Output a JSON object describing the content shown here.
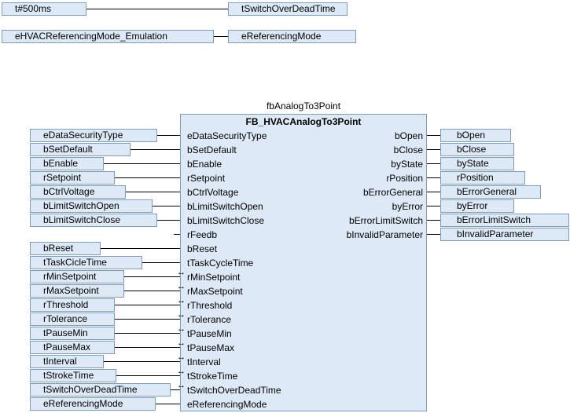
{
  "top_block": {
    "row1": {
      "input": "t#500ms",
      "target": "tSwitchOverDeadTime"
    },
    "row2": {
      "input": "eHVACReferencingMode_Emulation",
      "target": "eReferencingMode"
    }
  },
  "function_block": {
    "instance_name": "fbAnalogTo3Point",
    "type_name": "FB_HVACAnalogTo3Point",
    "inout_marker": "↔",
    "inputs": [
      {
        "pin": "eDataSecurityType",
        "var": "eDataSecurityType"
      },
      {
        "pin": "bSetDefault",
        "var": "bSetDefault"
      },
      {
        "pin": "bEnable",
        "var": "bEnable"
      },
      {
        "pin": "rSetpoint",
        "var": "rSetpoint"
      },
      {
        "pin": "bCtrlVoltage",
        "var": "bCtrlVoltage"
      },
      {
        "pin": "bLimitSwitchOpen",
        "var": "bLimitSwitchOpen"
      },
      {
        "pin": "bLimitSwitchClose",
        "var": "bLimitSwitchClose"
      },
      {
        "pin": "rFeedb",
        "var": ""
      },
      {
        "pin": "bReset",
        "var": "bReset"
      },
      {
        "pin": "tTaskCycleTime",
        "var": "tTaskCicleTime"
      },
      {
        "pin": "rMinSetpoint",
        "var": "rMinSetpoint"
      },
      {
        "pin": "rMaxSetpoint",
        "var": "rMaxSetpoint"
      },
      {
        "pin": "rThreshold",
        "var": "rThreshold"
      },
      {
        "pin": "rTolerance",
        "var": "rTolerance"
      },
      {
        "pin": "tPauseMin",
        "var": "tPauseMin"
      },
      {
        "pin": "tPauseMax",
        "var": "tPauseMax"
      },
      {
        "pin": "tInterval",
        "var": "tInterval"
      },
      {
        "pin": "tStrokeTime",
        "var": "tStrokeTime"
      },
      {
        "pin": "tSwitchOverDeadTime",
        "var": "tSwitchOverDeadTime"
      },
      {
        "pin": "eReferencingMode",
        "var": "eReferencingMode"
      }
    ],
    "outputs": [
      {
        "pin": "bOpen",
        "var": "bOpen"
      },
      {
        "pin": "bClose",
        "var": "bClose"
      },
      {
        "pin": "byState",
        "var": "byState"
      },
      {
        "pin": "rPosition",
        "var": "rPosition"
      },
      {
        "pin": "bErrorGeneral",
        "var": "bErrorGeneral"
      },
      {
        "pin": "byError",
        "var": "byError"
      },
      {
        "pin": "bErrorLimitSwitch",
        "var": "bErrorLimitSwitch"
      },
      {
        "pin": "bInvalidParameter",
        "var": "bInvalidParameter"
      }
    ]
  }
}
